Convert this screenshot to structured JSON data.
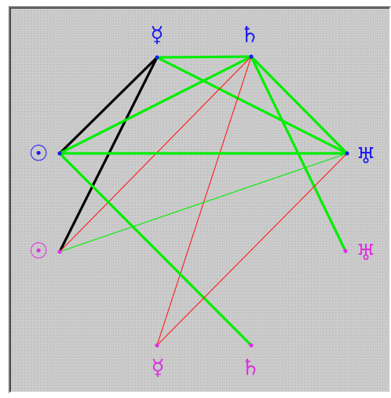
{
  "colors": {
    "transit": "#1c1cf0",
    "natal": "#e030e0",
    "aspect_green": "#00ee00",
    "aspect_red": "#ff1a1a",
    "aspect_black": "#000000",
    "panel_background": "#c8c8c8"
  },
  "planets": {
    "transit_mercury": {
      "glyph": "☿",
      "ring": "transit"
    },
    "transit_saturn": {
      "glyph": "♄",
      "ring": "transit"
    },
    "transit_sun": {
      "glyph": "☉",
      "ring": "transit"
    },
    "transit_uranus": {
      "glyph": "♅",
      "ring": "transit"
    },
    "natal_sun": {
      "glyph": "☉",
      "ring": "natal"
    },
    "natal_uranus": {
      "glyph": "♅",
      "ring": "natal"
    },
    "natal_mercury": {
      "glyph": "☿",
      "ring": "natal"
    },
    "natal_saturn": {
      "glyph": "♄",
      "ring": "natal"
    }
  },
  "aspects": [
    {
      "from": "transit_mercury",
      "to": "transit_saturn",
      "color": "green",
      "weight": "thick"
    },
    {
      "from": "transit_mercury",
      "to": "transit_sun",
      "color": "black",
      "weight": "thick"
    },
    {
      "from": "transit_mercury",
      "to": "natal_sun",
      "color": "black",
      "weight": "thick"
    },
    {
      "from": "transit_mercury",
      "to": "transit_uranus",
      "color": "green",
      "weight": "thick"
    },
    {
      "from": "transit_saturn",
      "to": "transit_sun",
      "color": "green",
      "weight": "thick"
    },
    {
      "from": "transit_saturn",
      "to": "transit_uranus",
      "color": "green",
      "weight": "thick"
    },
    {
      "from": "transit_saturn",
      "to": "natal_uranus",
      "color": "green",
      "weight": "thick"
    },
    {
      "from": "transit_saturn",
      "to": "natal_sun",
      "color": "red",
      "weight": "thin"
    },
    {
      "from": "transit_saturn",
      "to": "natal_mercury",
      "color": "red",
      "weight": "thin"
    },
    {
      "from": "transit_sun",
      "to": "transit_uranus",
      "color": "green",
      "weight": "thick"
    },
    {
      "from": "transit_sun",
      "to": "natal_saturn",
      "color": "green",
      "weight": "thick"
    },
    {
      "from": "transit_uranus",
      "to": "natal_sun",
      "color": "green",
      "weight": "thin"
    },
    {
      "from": "transit_uranus",
      "to": "natal_mercury",
      "color": "red",
      "weight": "thin"
    }
  ]
}
